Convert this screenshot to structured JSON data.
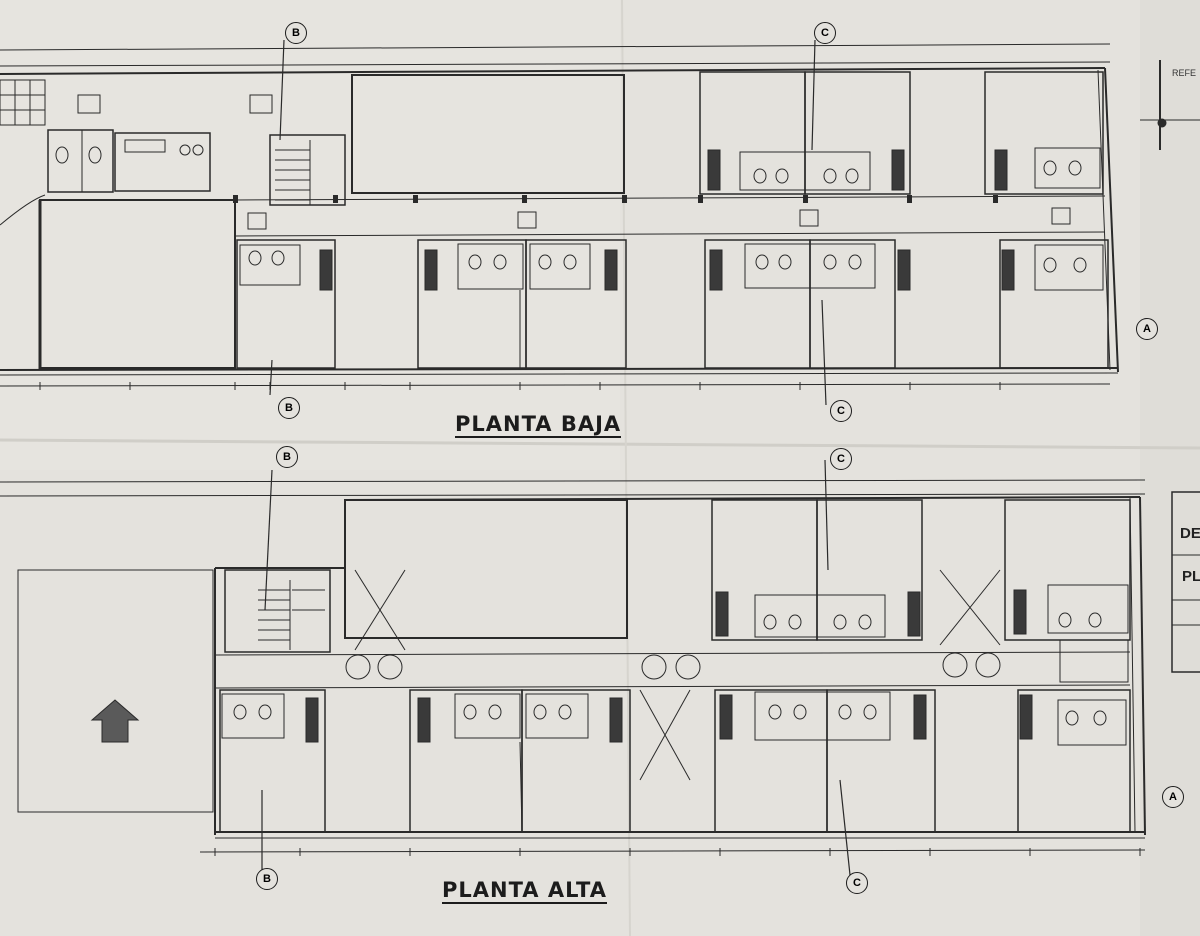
{
  "sheet": {
    "background": "#e4e2dd",
    "line_color": "#2a2a2a"
  },
  "floors": [
    {
      "id": "baja",
      "title": "PLANTA BAJA"
    },
    {
      "id": "alta",
      "title": "PLANTA ALTA"
    }
  ],
  "section_markers": {
    "a": "A",
    "b": "B",
    "c": "C"
  },
  "title_block_fragments": {
    "ref": "REFE",
    "de": "DE",
    "pl": "PL"
  }
}
